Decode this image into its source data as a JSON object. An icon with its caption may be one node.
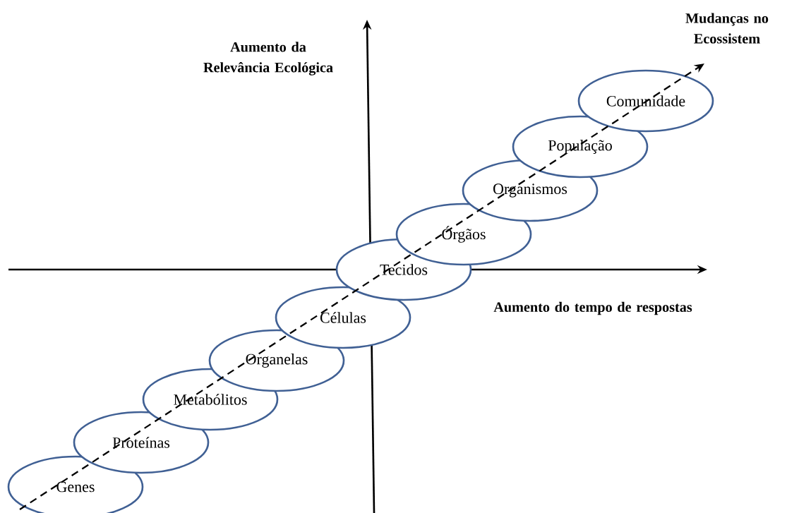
{
  "diagram": {
    "nodes": [
      {
        "text": [
          "Genes"
        ]
      },
      {
        "text": [
          "Proteínas"
        ]
      },
      {
        "text": [
          "Metabólitos"
        ]
      },
      {
        "text": [
          "Organelas"
        ]
      },
      {
        "text": [
          "Células"
        ]
      },
      {
        "text": [
          "Tecidos"
        ]
      },
      {
        "text": [
          "Órgãos"
        ]
      },
      {
        "text": [
          "Organismos"
        ]
      },
      {
        "text": [
          "População"
        ]
      },
      {
        "text": [
          "Comunidade"
        ]
      }
    ],
    "labels": [
      "Aumento da Relevância Ecológica",
      "Mudanças no Ecossistem",
      "Aumento do tempo de respostas"
    ]
  }
}
